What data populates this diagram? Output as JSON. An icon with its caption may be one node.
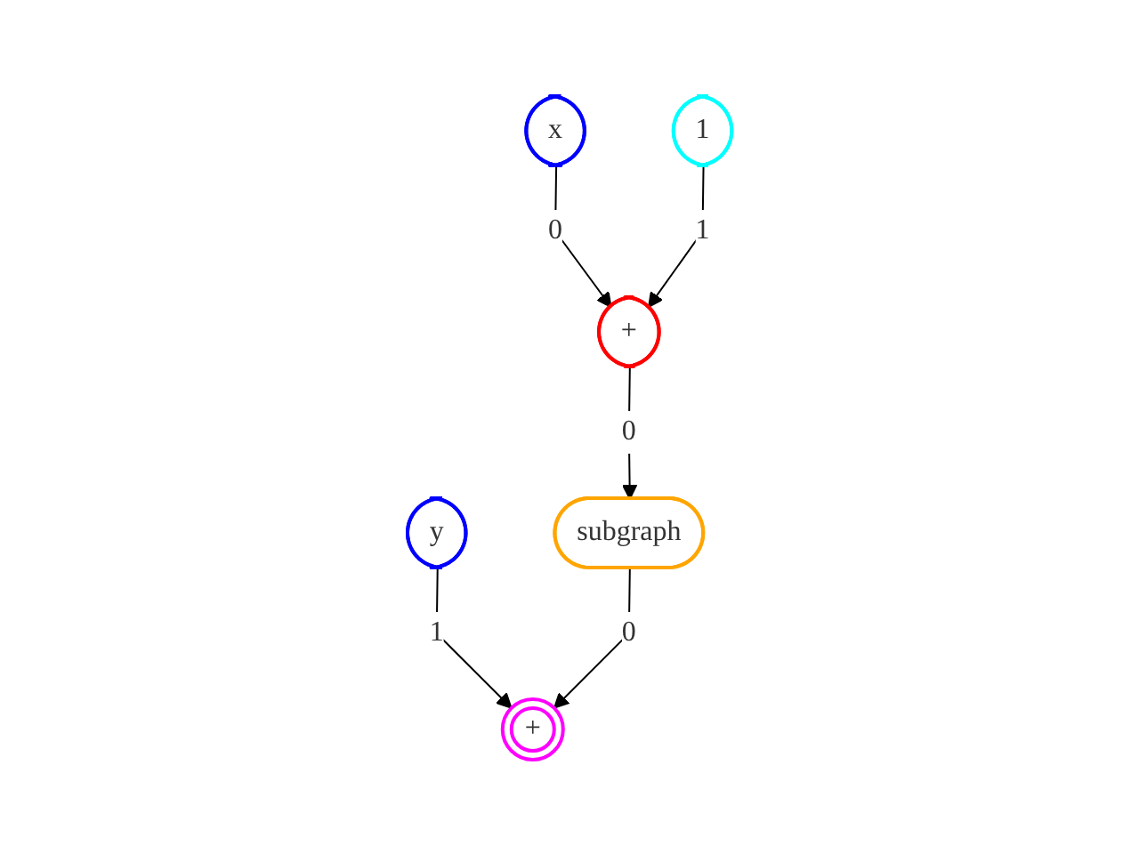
{
  "diagram": {
    "nodes": [
      {
        "text": [
          "x"
        ]
      },
      {
        "text": [
          "1"
        ]
      },
      {
        "text": [
          "+"
        ]
      },
      {
        "text": [
          "y"
        ]
      },
      {
        "text": [
          "subgraph"
        ]
      },
      {
        "text": [
          "+"
        ]
      }
    ],
    "edges": [
      {
        "from": 0,
        "to": 2,
        "arrow": "to",
        "label": "0"
      },
      {
        "from": 1,
        "to": 2,
        "arrow": "to",
        "label": "1"
      },
      {
        "from": 2,
        "to": 4,
        "arrow": "to",
        "label": "0"
      },
      {
        "from": 3,
        "to": 5,
        "arrow": "to",
        "label": "1"
      },
      {
        "from": 4,
        "to": 5,
        "arrow": "to",
        "label": "0"
      }
    ]
  }
}
